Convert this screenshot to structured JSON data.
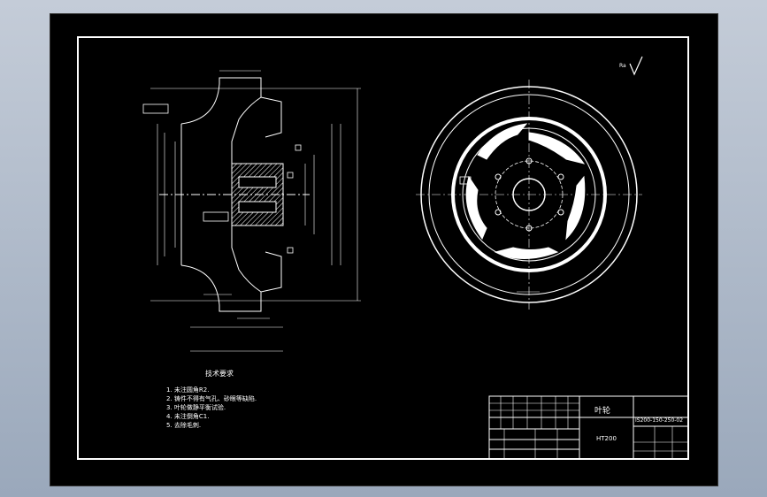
{
  "drawing": {
    "notes_title": "技术要求",
    "notes": [
      "1. 未注圆角R2.",
      "2. 铸件不得有气孔、砂眼等缺陷.",
      "3. 叶轮做静平衡试验.",
      "4. 未注倒角C1.",
      "5. 去除毛刺."
    ],
    "part_name": "叶轮",
    "drawing_number": "IS200-150-250-02",
    "material": "HT200",
    "roughness_symbol": "Ra"
  },
  "colors": {
    "sheet": "#000000",
    "line": "#ffffff",
    "frame": "#ffffff",
    "background": "#a8b4c4"
  }
}
